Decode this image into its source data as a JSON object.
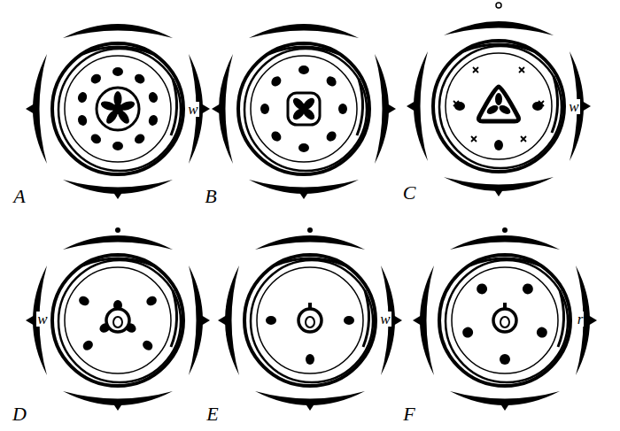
{
  "diagram": {
    "labels": [
      "w",
      "A",
      "B",
      "w",
      "C",
      "w",
      "D",
      "w",
      "E",
      "r",
      "F"
    ]
  }
}
